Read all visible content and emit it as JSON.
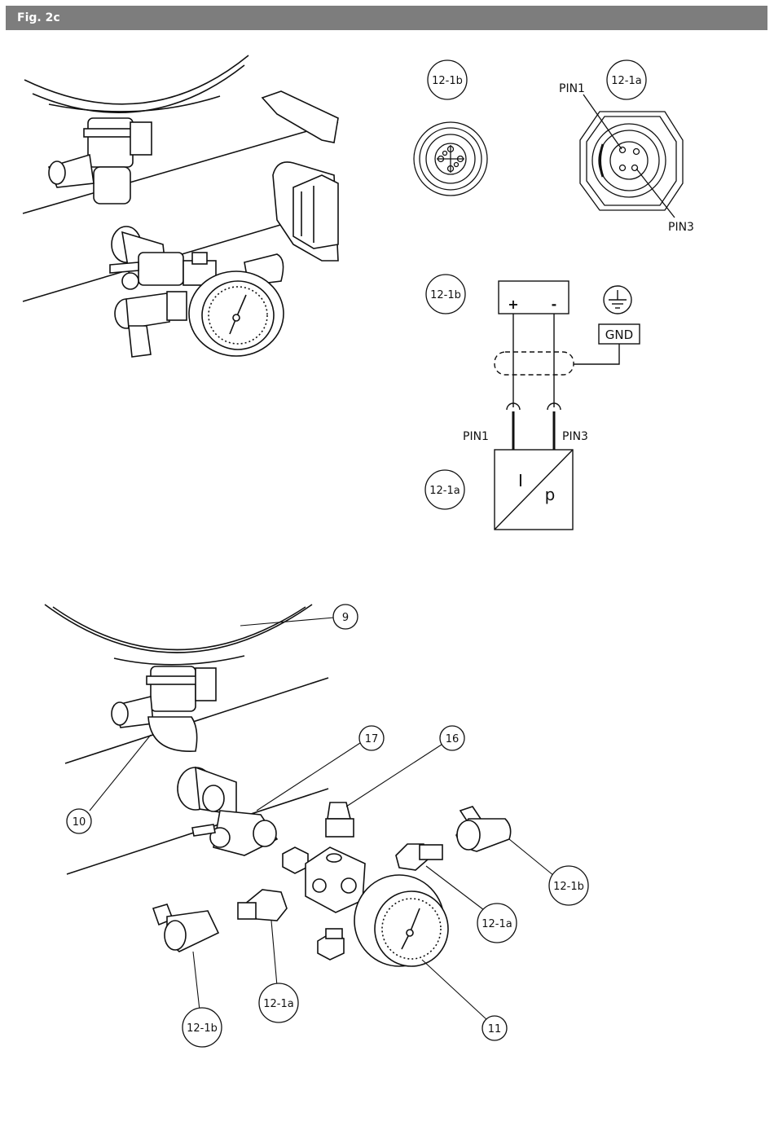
{
  "header": {
    "title": "Fig. 2c"
  },
  "connectors": {
    "label_12_1b": "12-1b",
    "label_12_1a": "12-1a",
    "pin1": "PIN1",
    "pin3": "PIN3"
  },
  "wiring": {
    "label_12_1b": "12-1b",
    "label_12_1a": "12-1a",
    "plus": "+",
    "minus": "-",
    "gnd": "GND",
    "pin1": "PIN1",
    "pin3": "PIN3",
    "transducer_i": "I",
    "transducer_p": "p"
  },
  "exploded": {
    "callouts": [
      "9",
      "10",
      "17",
      "16",
      "12-1b",
      "12-1a",
      "12-1a",
      "12-1b",
      "11"
    ]
  }
}
